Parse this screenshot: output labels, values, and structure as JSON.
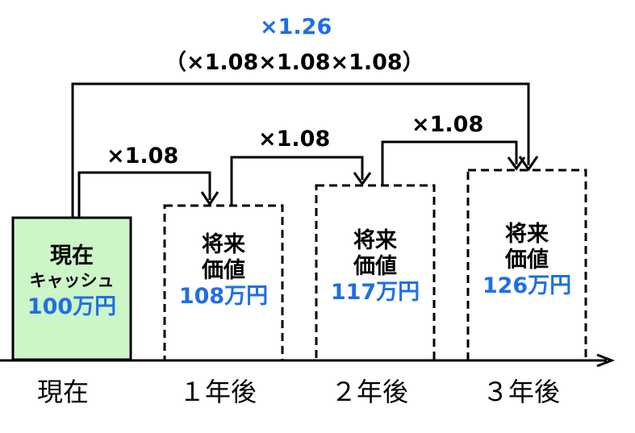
{
  "total_multiplier": "×1.26",
  "total_breakdown": "（×1.08×1.08×1.08）",
  "step_multiplier": "×1.08",
  "present_box": {
    "line1": "現在",
    "line2": "キャッシュ",
    "amount": "100万円",
    "fill": "#ccf5c8"
  },
  "future_boxes": [
    {
      "line1": "将来",
      "line2": "価値",
      "amount": "108万円"
    },
    {
      "line1": "将来",
      "line2": "価値",
      "amount": "117万円"
    },
    {
      "line1": "将来",
      "line2": "価値",
      "amount": "126万円"
    }
  ],
  "timeline_labels": [
    "現在",
    "１年後",
    "２年後",
    "３年後"
  ],
  "colors": {
    "accent": "#1f6fe5",
    "line": "#000000"
  }
}
